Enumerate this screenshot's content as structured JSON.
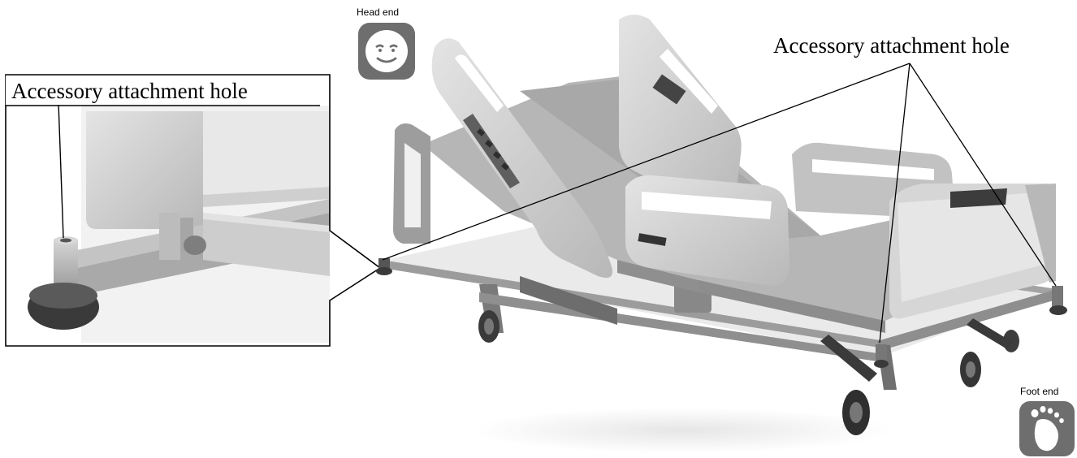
{
  "labels": {
    "inset_hole": "Accessory attachment hole",
    "main_hole": "Accessory attachment hole",
    "head_end": "Head end",
    "foot_end": "Foot end"
  },
  "icons": {
    "head_end_icon": "face-icon",
    "foot_end_icon": "footprint-icon"
  },
  "colors": {
    "icon_bg": "#6e6e6e",
    "bed_body": "#bdbdbd",
    "bed_dark": "#5a5a5a",
    "line": "#000000"
  }
}
